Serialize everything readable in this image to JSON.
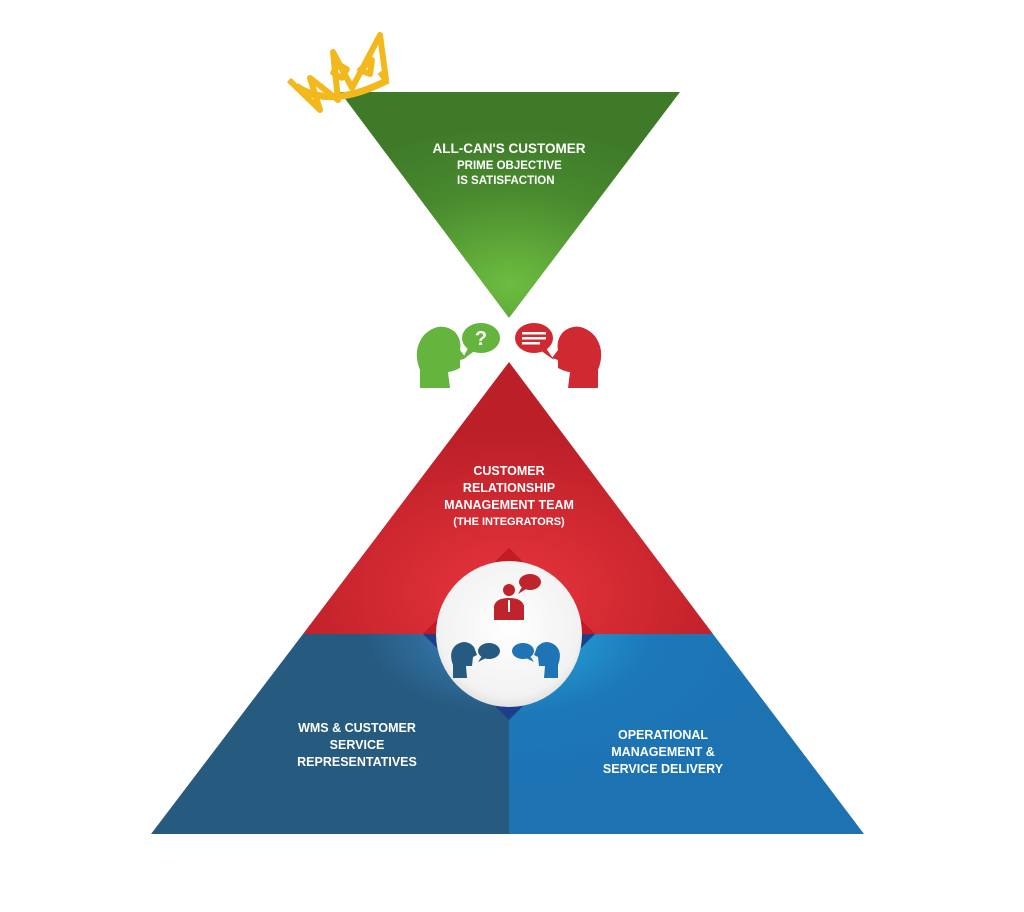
{
  "top": {
    "title": "ALL-CAN'S CUSTOMER",
    "line1": "PRIME OBJECTIVE",
    "line2": "IS SATISFACTION"
  },
  "middle": {
    "lines": [
      "CUSTOMER",
      "RELATIONSHIP",
      "MANAGEMENT TEAM",
      "(THE INTEGRATORS)"
    ]
  },
  "bottom_left": {
    "lines": [
      "WMS & CUSTOMER",
      "SERVICE",
      "REPRESENTATIVES"
    ]
  },
  "bottom_right": {
    "lines": [
      "OPERATIONAL",
      "MANAGEMENT &",
      "SERVICE DELIVERY"
    ]
  },
  "colors": {
    "green": "#43822c",
    "green_light": "#6cbf3f",
    "red": "#c4222b",
    "blue_dark": "#27597f",
    "blue": "#1e74b4",
    "gold": "#f2b81c"
  }
}
